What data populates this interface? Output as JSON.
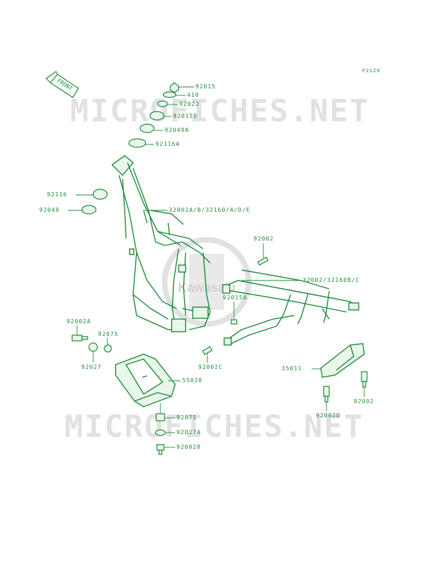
{
  "diagram_ref": "F2120",
  "front_label": "FRONT",
  "watermark": {
    "text": "MICROFICHES.NET",
    "logo": "Kawasaki",
    "color": "#bdbdbd"
  },
  "colors": {
    "line": "#1f8a3a",
    "fill": "#e9f6ea"
  },
  "labels": {
    "p92015": "92015",
    "p410": "410",
    "p92022": "92022",
    "p92015b": "92015B",
    "p92049a": "92049A",
    "p92116a": "92116A",
    "p92116": "92116",
    "p92049": "92049",
    "p32002": "32002A/B/32160/A/D/E",
    "p92002": "92002",
    "p32002b": "32002/32160B/C",
    "p92015a": "92015A",
    "p92002a": "92002A",
    "p92075": "92075",
    "p92027": "92027",
    "p55020": "55020",
    "p92002c": "92002C",
    "p35011": "35011",
    "p92002r": "92002",
    "p92002d": "92002D",
    "p92075b": "92075",
    "p92027a": "92027A",
    "p920028": "920028"
  }
}
